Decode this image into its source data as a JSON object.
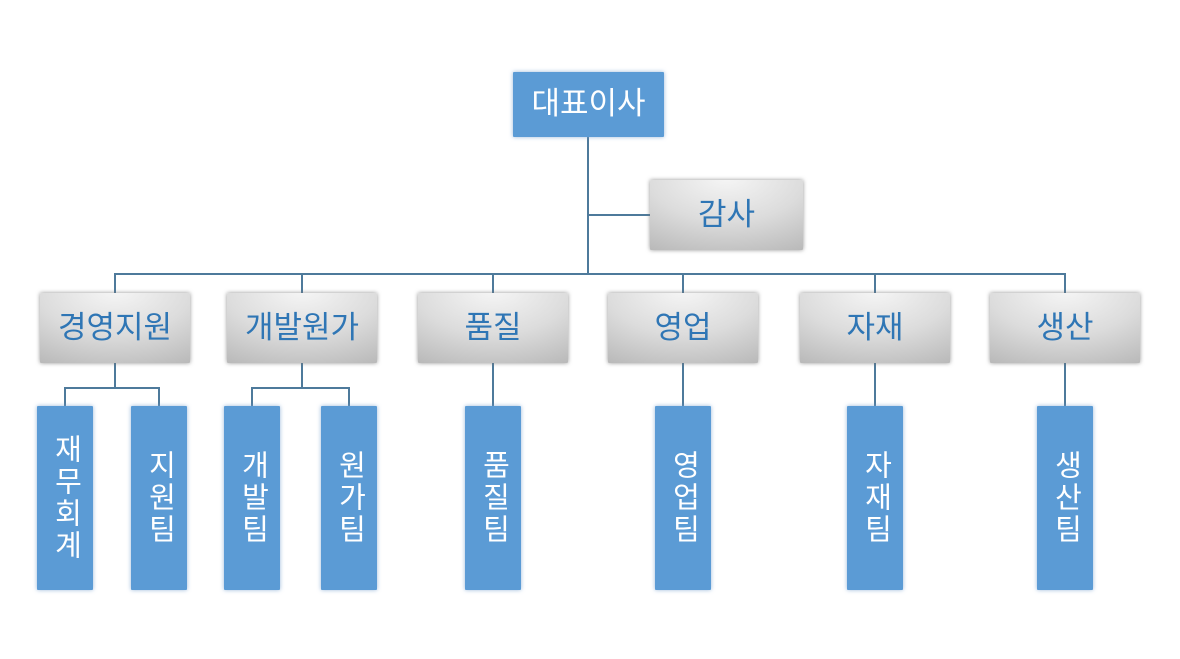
{
  "colors": {
    "node_blue": "#5b9bd5",
    "node_blue_text": "#ffffff",
    "node_gray_light": "#f6f6f6",
    "node_gray_dark": "#9d9d9d",
    "node_gray_text": "#2f76b5",
    "connector": "#4e7a9b",
    "background": "#ffffff"
  },
  "org_chart": {
    "root": {
      "label": "대표이사"
    },
    "staff": {
      "label": "감사"
    },
    "departments": [
      {
        "label": "경영지원",
        "teams": [
          {
            "label": "재무회계"
          },
          {
            "label": "지원팀"
          }
        ]
      },
      {
        "label": "개발원가",
        "teams": [
          {
            "label": "개발팀"
          },
          {
            "label": "원가팀"
          }
        ]
      },
      {
        "label": "품질",
        "teams": [
          {
            "label": "품질팀"
          }
        ]
      },
      {
        "label": "영업",
        "teams": [
          {
            "label": "영업팀"
          }
        ]
      },
      {
        "label": "자재",
        "teams": [
          {
            "label": "자재팀"
          }
        ]
      },
      {
        "label": "생산",
        "teams": [
          {
            "label": "생산팀"
          }
        ]
      }
    ]
  }
}
